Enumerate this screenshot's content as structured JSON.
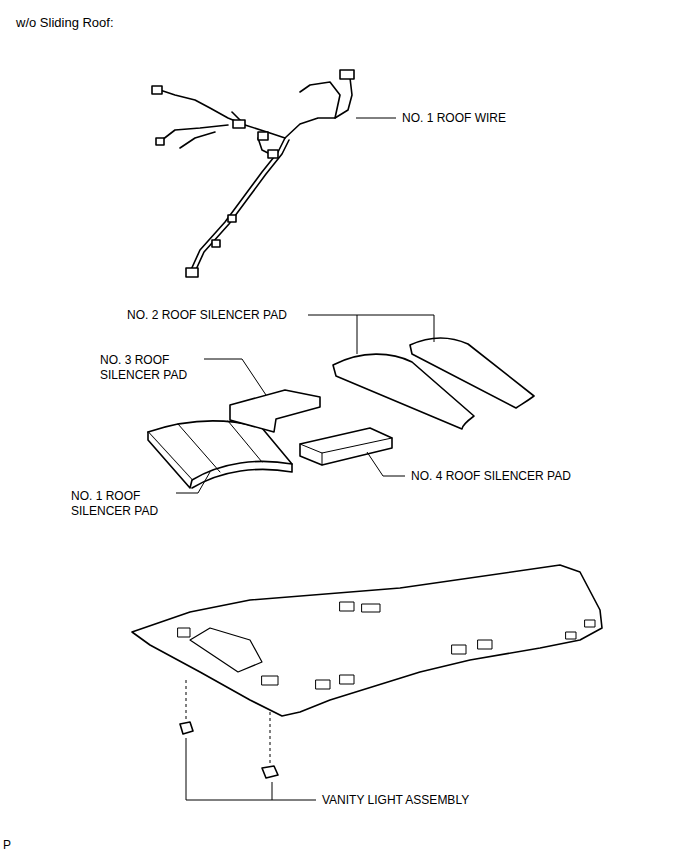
{
  "diagram": {
    "title": "w/o Sliding Roof:",
    "labels": [
      "NO. 1 ROOF WIRE",
      "NO. 2 ROOF SILENCER PAD",
      "NO. 3 ROOF SILENCER PAD",
      "NO. 4 ROOF SILENCER PAD",
      "NO. 1 ROOF SILENCER PAD",
      "VANITY LIGHT ASSEMBLY",
      "P"
    ]
  }
}
